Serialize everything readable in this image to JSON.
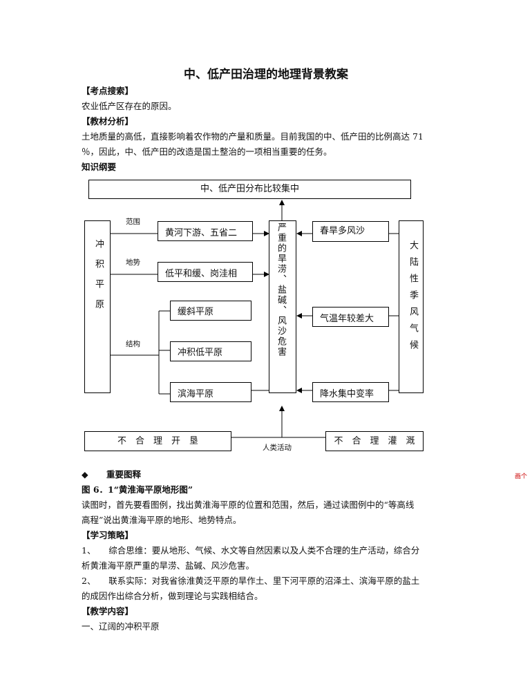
{
  "title": "中、低产田治理的地理背景教案",
  "sections": {
    "kaodian_header": "【考点搜索】",
    "kaodian_text": "农业低产区存在的原因。",
    "jiaocai_header": "【教材分析】",
    "jiaocai_text_1": "土地质量的高低，直接影响着农作物的产量和质量。目前我国的中、低产田的比例高达 71",
    "jiaocai_text_2": "％，因此，中、低产田的改造是国土整治的一项相当重要的任务。",
    "zhishi_header": "知识纲要"
  },
  "diagram": {
    "top_box": "中、低产田分布比较集中",
    "left_box": "冲积平原",
    "center_box": "严重的旱涝、盐碱、风沙危害",
    "right_box": "大陆性季风气候",
    "label_fanwei": "范围",
    "label_dishi": "地势",
    "label_jiegou": "结构",
    "box_fanwei": "黄河下游、五省二",
    "box_dishi": "低平和缓、岗洼相",
    "box_jiegou_1": "缓斜平原",
    "box_jiegou_2": "冲积低平原",
    "box_jiegou_3": "滨海平原",
    "box_right_1": "春旱多风沙",
    "box_right_2": "气温年较差大",
    "box_right_3": "降水集中变率",
    "bottom_left": "不　合　理　开　垦",
    "bottom_right": "不　合　理　灌　溉",
    "human_activity": "人类活动"
  },
  "figures": {
    "bullet": "◆",
    "important_label": "重要图释",
    "fig_title": "图 6．1“黄淮海平原地形图”",
    "fig_text_1": "读图时，首先要看图例，找出黄淮海平原的位置和范围，然后，通过读图例中的“等高线",
    "fig_text_2": "高程”说出黄淮海平原的地形、地势特点。"
  },
  "strategy": {
    "header": "【学习策略】",
    "item1_line1": "1、　　综合思维：要从地形、气候、水文等自然因素以及人类不合理的生产活动，综合分",
    "item1_line2": "析黄淮海平原严重的旱涝、盐碱、风沙危害。",
    "item2_line1": "2、　　联系实际：对我省徐淮黄泛平原的旱作土、里下河平原的沼泽土、滨海平原的盐土",
    "item2_line2": "的成因作出综合分析，做到理论与实践相结合。"
  },
  "content": {
    "header": "【教学内容】",
    "item1": "一、辽阔的冲积平原"
  },
  "margin_note": "画个",
  "colors": {
    "margin_note": "#cc0000"
  }
}
